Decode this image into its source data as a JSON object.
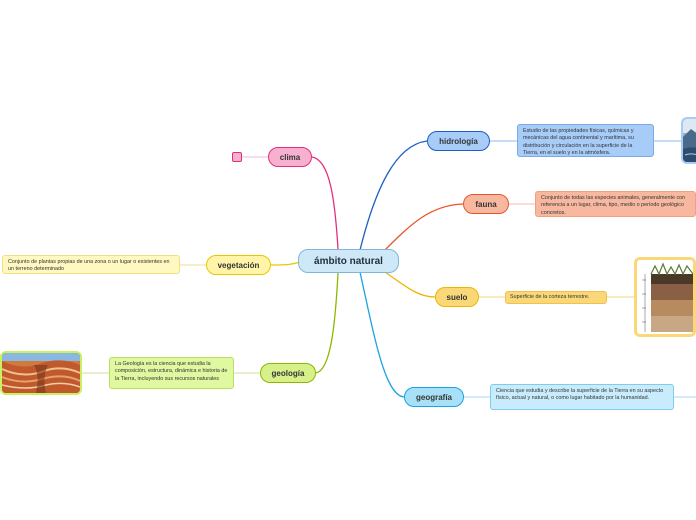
{
  "central": {
    "label": "ámbito natural"
  },
  "branches": {
    "hidrologia": {
      "label": "hidrología",
      "note": "Estudio de las propiedades físicas, químicas y mecánicas del agua continental y marítima, su distribución y circulación en la superficie de la Tierra, en el suelo y en la atmósfera."
    },
    "fauna": {
      "label": "fauna",
      "note": "Conjunto de todas las especies animales, generalmente con referencia a un lugar, clima, tipo, medio o período geológico concretos."
    },
    "suelo": {
      "label": "suelo",
      "note": "Superficie de la corteza terrestre."
    },
    "geografia": {
      "label": "geografía",
      "note": "Ciencia que estudia y describe la superficie de la Tierra en su aspecto físico, actual y natural, o como lugar habitado por la humanidad."
    },
    "clima": {
      "label": "clima"
    },
    "vegetacion": {
      "label": "vegetación",
      "note": "Conjunto de plantas propias de una zona o un lugar o existentes en un terreno determinado"
    },
    "geologia": {
      "label": "geología",
      "note": "La Geología es la ciencia que estudia la composición, estructura, dinámica e historia de la Tierra, incluyendo sus recursos naturales"
    }
  },
  "colors": {
    "hidrologia": "#1f5fbf",
    "fauna": "#e8552b",
    "suelo": "#f0b400",
    "geografia": "#1aa3e0",
    "clima": "#e0307a",
    "vegetacion": "#e8c800",
    "geologia": "#8cb800"
  }
}
